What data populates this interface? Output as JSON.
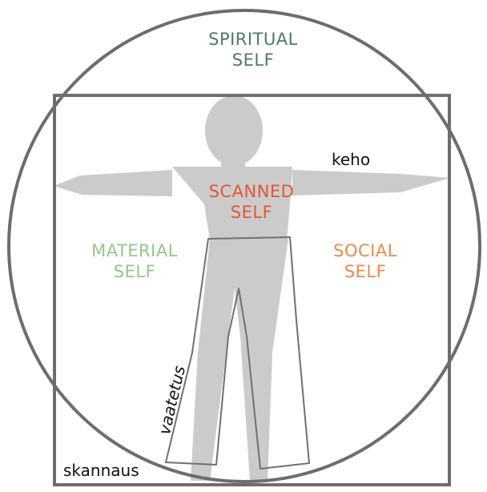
{
  "labels": {
    "spiritual": {
      "line1": "SPIRITUAL",
      "line2": "SELF"
    },
    "scanned": {
      "line1": "SCANNED",
      "line2": "SELF"
    },
    "material": {
      "line1": "MATERIAL",
      "line2": "SELF"
    },
    "social": {
      "line1": "SOCIAL",
      "line2": "SELF"
    },
    "body": "keho",
    "clothing": "vaatetus",
    "scan": "skannaus"
  },
  "colors": {
    "outline": "#6d6d6d",
    "figure": "#cbcbcb",
    "clothing_outline": "#707070",
    "spiritual": "#4e7a67",
    "scanned": "#e25733",
    "material": "#93c586",
    "social": "#e98a4c"
  }
}
